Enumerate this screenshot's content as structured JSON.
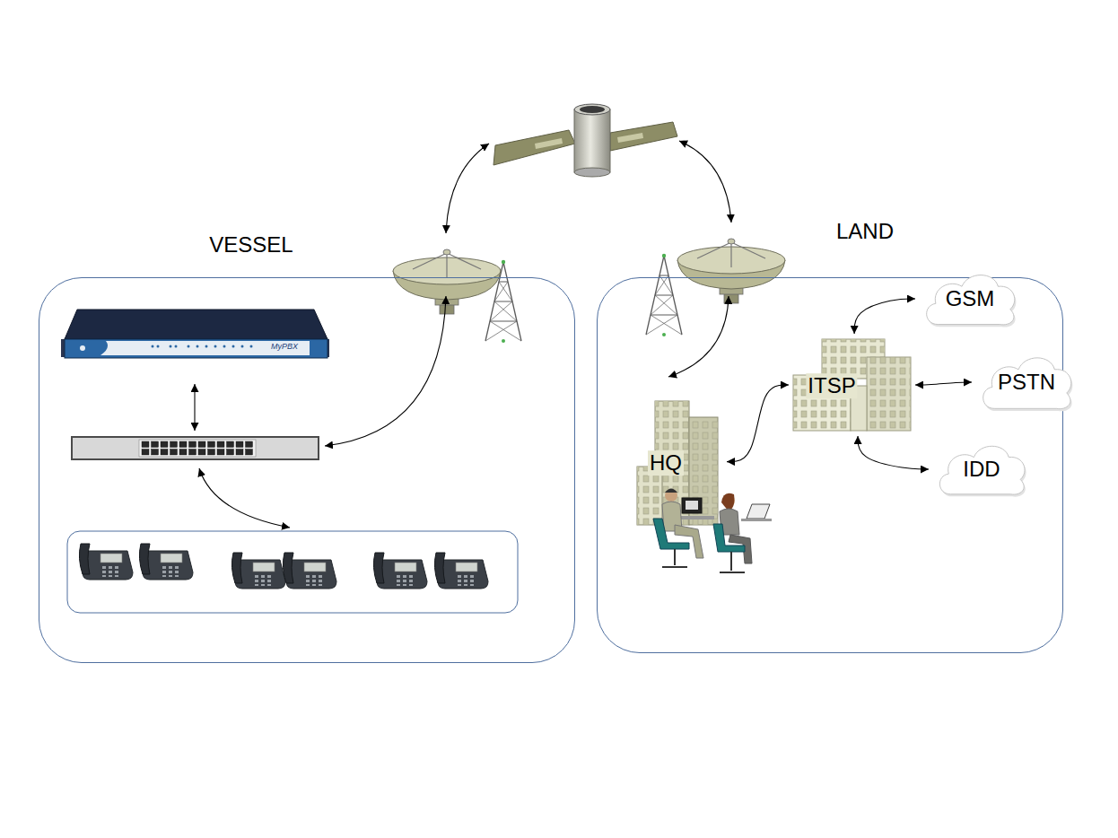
{
  "diagram": {
    "nodes": [
      {
        "text": [
          "VESSEL"
        ]
      },
      {
        "text": [
          "LAND"
        ]
      },
      {
        "text": [
          "HQ"
        ],
        "in": 1
      },
      {
        "text": [
          "ITSP"
        ],
        "in": 1
      },
      {
        "text": [
          "GSM"
        ],
        "in": 1
      },
      {
        "text": [
          "PSTN"
        ],
        "in": 1
      },
      {
        "text": [
          "IDD"
        ],
        "in": 1
      }
    ],
    "edges": [
      {
        "from": 2,
        "to": 3,
        "arrow": "both"
      },
      {
        "from": 3,
        "to": 4,
        "arrow": "both"
      },
      {
        "from": 3,
        "to": 5,
        "arrow": "both"
      },
      {
        "from": 3,
        "to": 6,
        "arrow": "both"
      }
    ],
    "labels": [
      "MyPBX"
    ]
  }
}
